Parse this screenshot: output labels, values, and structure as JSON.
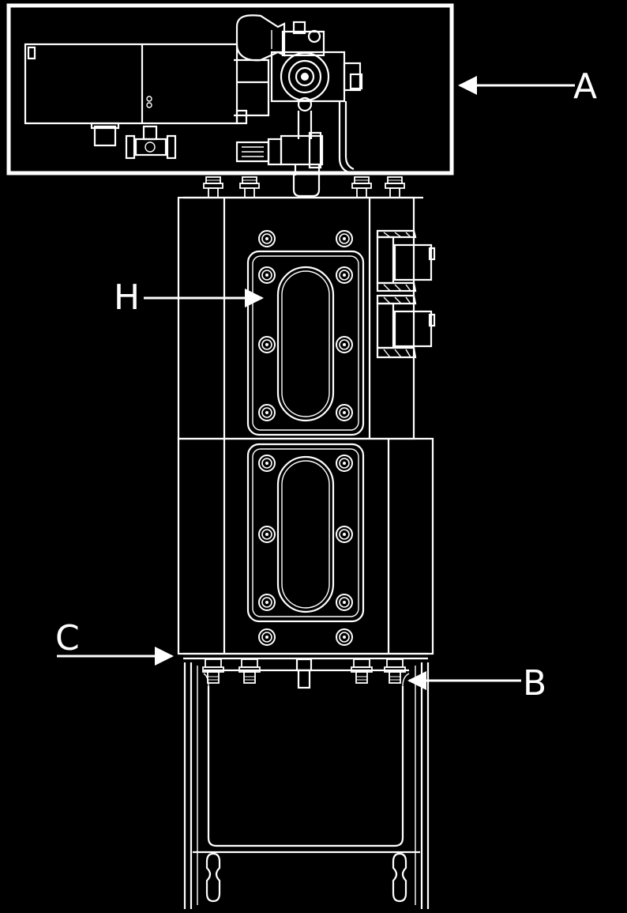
{
  "labels": {
    "A": "A",
    "H": "H",
    "C": "C",
    "B": "B"
  },
  "colors": {
    "background": "#000000",
    "line": "#ffffff"
  }
}
